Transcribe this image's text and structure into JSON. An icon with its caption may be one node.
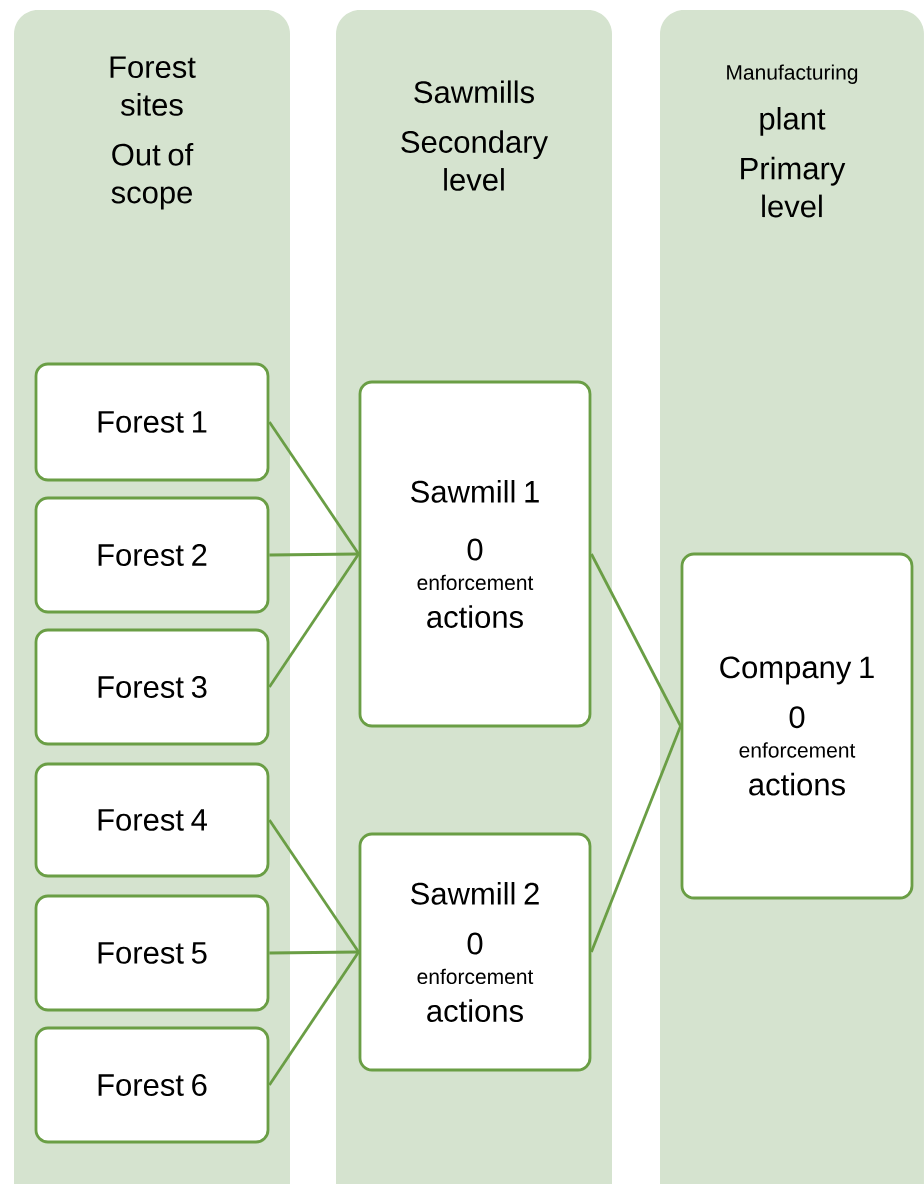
{
  "diagram": {
    "nodes": [
      {
        "text": [
          "Forest sites",
          "Out of scope"
        ]
      },
      {
        "text": [
          "Sawmills",
          "Secondary level"
        ]
      },
      {
        "text": [
          "Manufacturing",
          "plant",
          "Primary level"
        ]
      },
      {
        "text": [
          "Forest 1"
        ],
        "in": 0
      },
      {
        "text": [
          "Forest 2"
        ],
        "in": 0
      },
      {
        "text": [
          "Forest 3"
        ],
        "in": 0
      },
      {
        "text": [
          "Forest 4"
        ],
        "in": 0
      },
      {
        "text": [
          "Forest 5"
        ],
        "in": 0
      },
      {
        "text": [
          "Forest 6"
        ],
        "in": 0
      },
      {
        "text": [
          "Sawmill 1",
          "0",
          "enforcement",
          "actions"
        ],
        "in": 1
      },
      {
        "text": [
          "Sawmill 2",
          "0",
          "enforcement",
          "actions"
        ],
        "in": 1
      },
      {
        "text": [
          "Company 1",
          "0",
          "enforcement",
          "actions"
        ],
        "in": 2
      }
    ],
    "edges": [
      {
        "from": 3,
        "to": 9,
        "arrow": "none"
      },
      {
        "from": 4,
        "to": 9,
        "arrow": "none"
      },
      {
        "from": 5,
        "to": 9,
        "arrow": "none"
      },
      {
        "from": 6,
        "to": 10,
        "arrow": "none"
      },
      {
        "from": 7,
        "to": 10,
        "arrow": "none"
      },
      {
        "from": 8,
        "to": 10,
        "arrow": "none"
      },
      {
        "from": 9,
        "to": 11,
        "arrow": "none"
      },
      {
        "from": 10,
        "to": 11,
        "arrow": "none"
      }
    ]
  }
}
